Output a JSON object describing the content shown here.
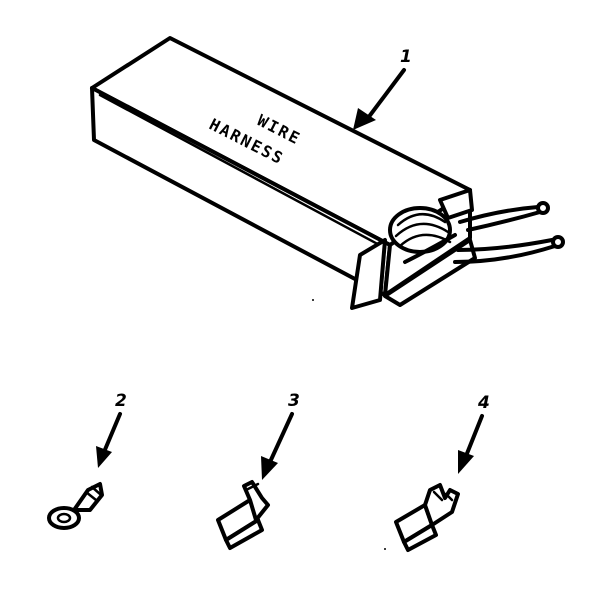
{
  "box": {
    "label_line1": "WIRE",
    "label_line2": "HARNESS"
  },
  "callouts": {
    "c1": "1",
    "c2": "2",
    "c3": "3",
    "c4": "4"
  },
  "colors": {
    "ink": "#000000",
    "background": "#ffffff"
  }
}
